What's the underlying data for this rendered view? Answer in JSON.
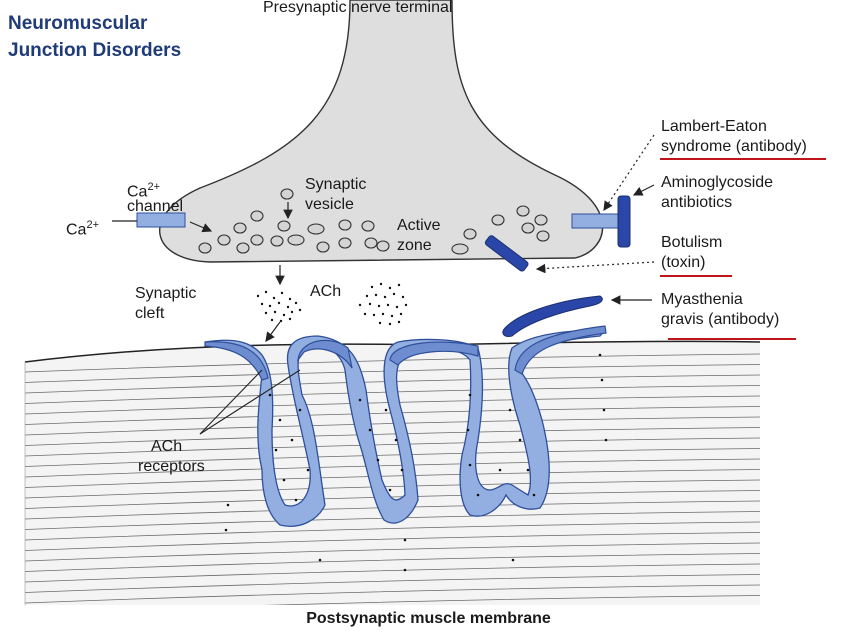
{
  "title": {
    "line1": "Neuromuscular",
    "line2": "Junction Disorders"
  },
  "labels": {
    "presynaptic": "Presynaptic nerve terminal",
    "ca_channel_line1": "Ca",
    "ca_channel_sup": "2+",
    "ca_channel_line2": "channel",
    "ca_ion": "Ca",
    "ca_ion_sup": "2+",
    "synaptic_vesicle_line1": "Synaptic",
    "synaptic_vesicle_line2": "vesicle",
    "active_zone_line1": "Active",
    "active_zone_line2": "zone",
    "synaptic_cleft_line1": "Synaptic",
    "synaptic_cleft_line2": "cleft",
    "ach": "ACh",
    "ach_receptors_line1": "ACh",
    "ach_receptors_line2": "receptors",
    "postsynaptic": "Postsynaptic muscle membrane"
  },
  "disorders": [
    {
      "line1": "Lambert-Eaton",
      "line2": "syndrome (antibody)",
      "underline": true
    },
    {
      "line1": "Aminoglycoside",
      "line2": "antibiotics",
      "underline": false
    },
    {
      "line1": "Botulism",
      "line2": "(toxin)",
      "underline": true
    },
    {
      "line1": "Myasthenia",
      "line2": "gravis (antibody)",
      "underline": true
    }
  ],
  "colors": {
    "title": "#1f3b78",
    "terminal_fill": "#dedede",
    "receptor_blue": "#8fa9da",
    "receptor_dark": "#2f4f9a",
    "antibody_blue": "#2a46a8",
    "underline_red": "#c0141b"
  }
}
